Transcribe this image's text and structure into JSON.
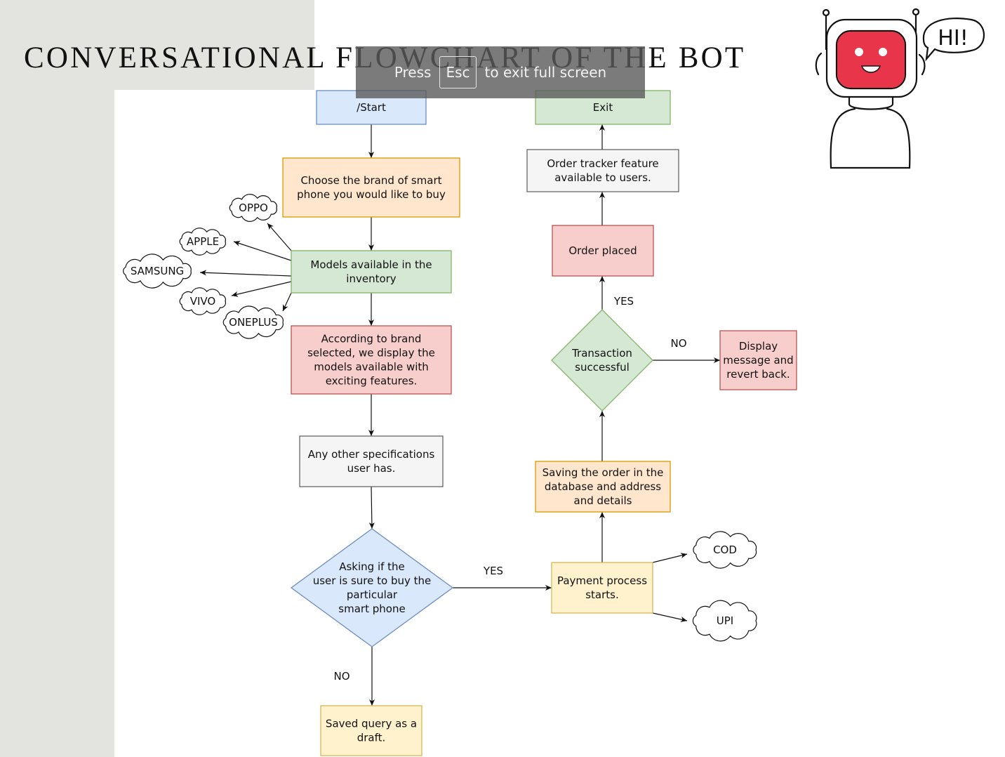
{
  "slide": {
    "title": "CONVERSATIONAL FLOWCHART OF THE BOT"
  },
  "overlay": {
    "press": "Press",
    "key": "Esc",
    "suffix": "to exit full screen"
  },
  "robot": {
    "speech": "HI!"
  },
  "colors": {
    "blue_fill": "#dae8fc",
    "blue_stroke": "#6c8ebf",
    "orange_fill": "#ffe6cc",
    "orange_stroke": "#d79b00",
    "green_fill": "#d5e8d4",
    "green_stroke": "#82b366",
    "red_fill": "#f8cecc",
    "red_stroke": "#b85450",
    "gray_fill": "#f5f5f5",
    "gray_stroke": "#666666",
    "yellow_fill": "#fff2cc",
    "yellow_stroke": "#d6b656",
    "robot_face": "#e8354a"
  },
  "nodes": {
    "start": [
      "/Start"
    ],
    "choose": [
      "Choose the brand of smart",
      "phone you would like to buy"
    ],
    "models": [
      "Models available in the",
      "inventory"
    ],
    "display": [
      "According to brand",
      "selected, we display the",
      "models available with",
      "exciting features."
    ],
    "specs": [
      "Any other specifications",
      "user has."
    ],
    "asking": [
      "Asking if the",
      "user is sure to buy the",
      "particular",
      "smart phone"
    ],
    "draft": [
      "Saved query as a",
      "draft."
    ],
    "payment": [
      "Payment process",
      "starts."
    ],
    "saving": [
      "Saving the order in the",
      "database and address",
      "and details"
    ],
    "transaction": [
      "Transaction",
      "successful"
    ],
    "message": [
      "Display",
      "message and",
      "revert back."
    ],
    "placed": [
      "Order placed"
    ],
    "tracker": [
      "Order tracker feature",
      "available to users."
    ],
    "exit": [
      "Exit"
    ]
  },
  "brands": [
    "OPPO",
    "APPLE",
    "SAMSUNG",
    "VIVO",
    "ONEPLUS"
  ],
  "payment_methods": [
    "COD",
    "UPI"
  ],
  "labels": {
    "yes": "YES",
    "no": "NO"
  }
}
